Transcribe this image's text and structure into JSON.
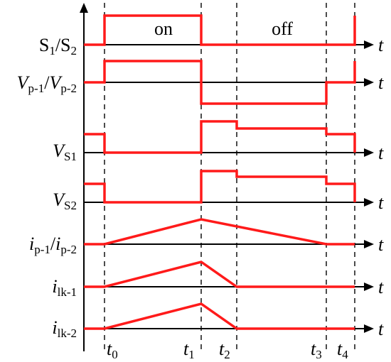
{
  "diagram": {
    "colors": {
      "waveform": "#ff1a1a",
      "axes": "#000000"
    },
    "region_labels": {
      "on": "on",
      "off": "off"
    },
    "axis_symbol": "t",
    "rows": [
      {
        "id": "s",
        "label_parts": [
          {
            "t": "S",
            "i": false,
            "sub": false
          },
          {
            "t": "1",
            "i": false,
            "sub": true
          },
          {
            "t": "/S",
            "i": false,
            "sub": false
          },
          {
            "t": "2",
            "i": false,
            "sub": true
          }
        ]
      },
      {
        "id": "vp",
        "label_parts": [
          {
            "t": "V",
            "i": true,
            "sub": false
          },
          {
            "t": "p-1",
            "i": false,
            "sub": true
          },
          {
            "t": "/",
            "i": false,
            "sub": false
          },
          {
            "t": "V",
            "i": true,
            "sub": false
          },
          {
            "t": "p-2",
            "i": false,
            "sub": true
          }
        ]
      },
      {
        "id": "vs1",
        "label_parts": [
          {
            "t": "V",
            "i": true,
            "sub": false
          },
          {
            "t": "S1",
            "i": false,
            "sub": true
          }
        ]
      },
      {
        "id": "vs2",
        "label_parts": [
          {
            "t": "V",
            "i": true,
            "sub": false
          },
          {
            "t": "S2",
            "i": false,
            "sub": true
          }
        ]
      },
      {
        "id": "ip",
        "label_parts": [
          {
            "t": "i",
            "i": true,
            "sub": false
          },
          {
            "t": "p-1",
            "i": false,
            "sub": true
          },
          {
            "t": "/",
            "i": false,
            "sub": false
          },
          {
            "t": "i",
            "i": true,
            "sub": false
          },
          {
            "t": "p-2",
            "i": false,
            "sub": true
          }
        ]
      },
      {
        "id": "ilk1",
        "label_parts": [
          {
            "t": "i",
            "i": true,
            "sub": false
          },
          {
            "t": "lk-1",
            "i": false,
            "sub": true
          }
        ]
      },
      {
        "id": "ilk2",
        "label_parts": [
          {
            "t": "i",
            "i": true,
            "sub": false
          },
          {
            "t": "lk-2",
            "i": false,
            "sub": true
          }
        ]
      }
    ],
    "time_labels": [
      {
        "id": "t0",
        "main": "t",
        "sub": "0"
      },
      {
        "id": "t1",
        "main": "t",
        "sub": "1"
      },
      {
        "id": "t2",
        "main": "t",
        "sub": "2"
      },
      {
        "id": "t3",
        "main": "t",
        "sub": "3"
      },
      {
        "id": "t4",
        "main": "t",
        "sub": "4"
      }
    ]
  }
}
